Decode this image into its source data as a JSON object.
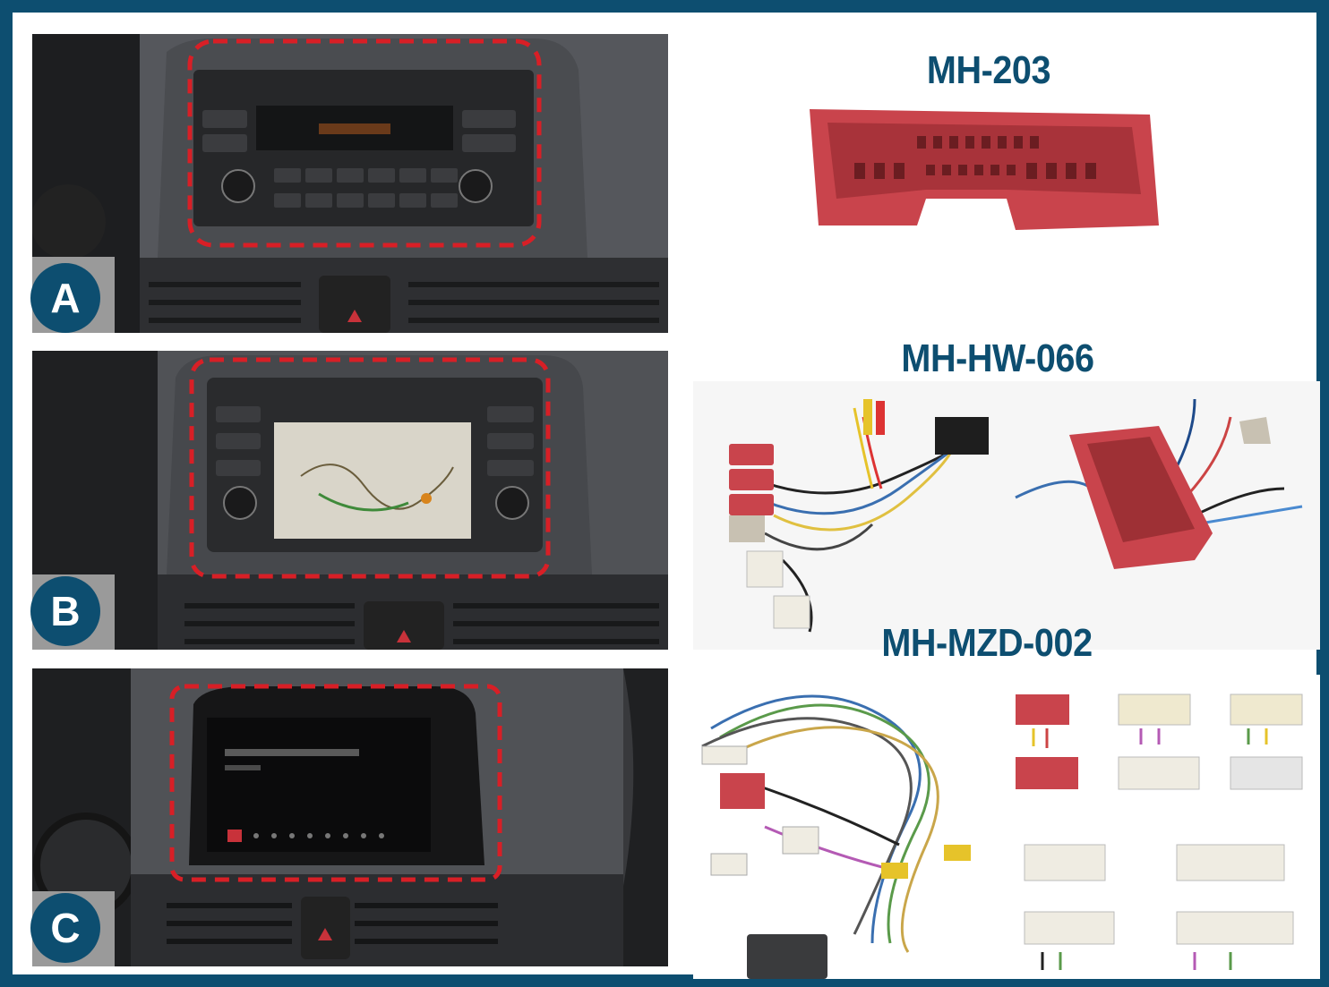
{
  "panels": [
    {
      "badge": "A"
    },
    {
      "badge": "B"
    },
    {
      "badge": "C"
    }
  ],
  "products": [
    {
      "title": "MH-203"
    },
    {
      "title": "MH-HW-066"
    },
    {
      "title": "MH-MZD-002"
    }
  ],
  "colors": {
    "frame": "#0d4e70",
    "badge": "#0d4e70",
    "heading": "#0d4e70",
    "highlight_dash": "#d81f26",
    "connector_red": "#c9444c",
    "connector_white": "#efece2"
  }
}
